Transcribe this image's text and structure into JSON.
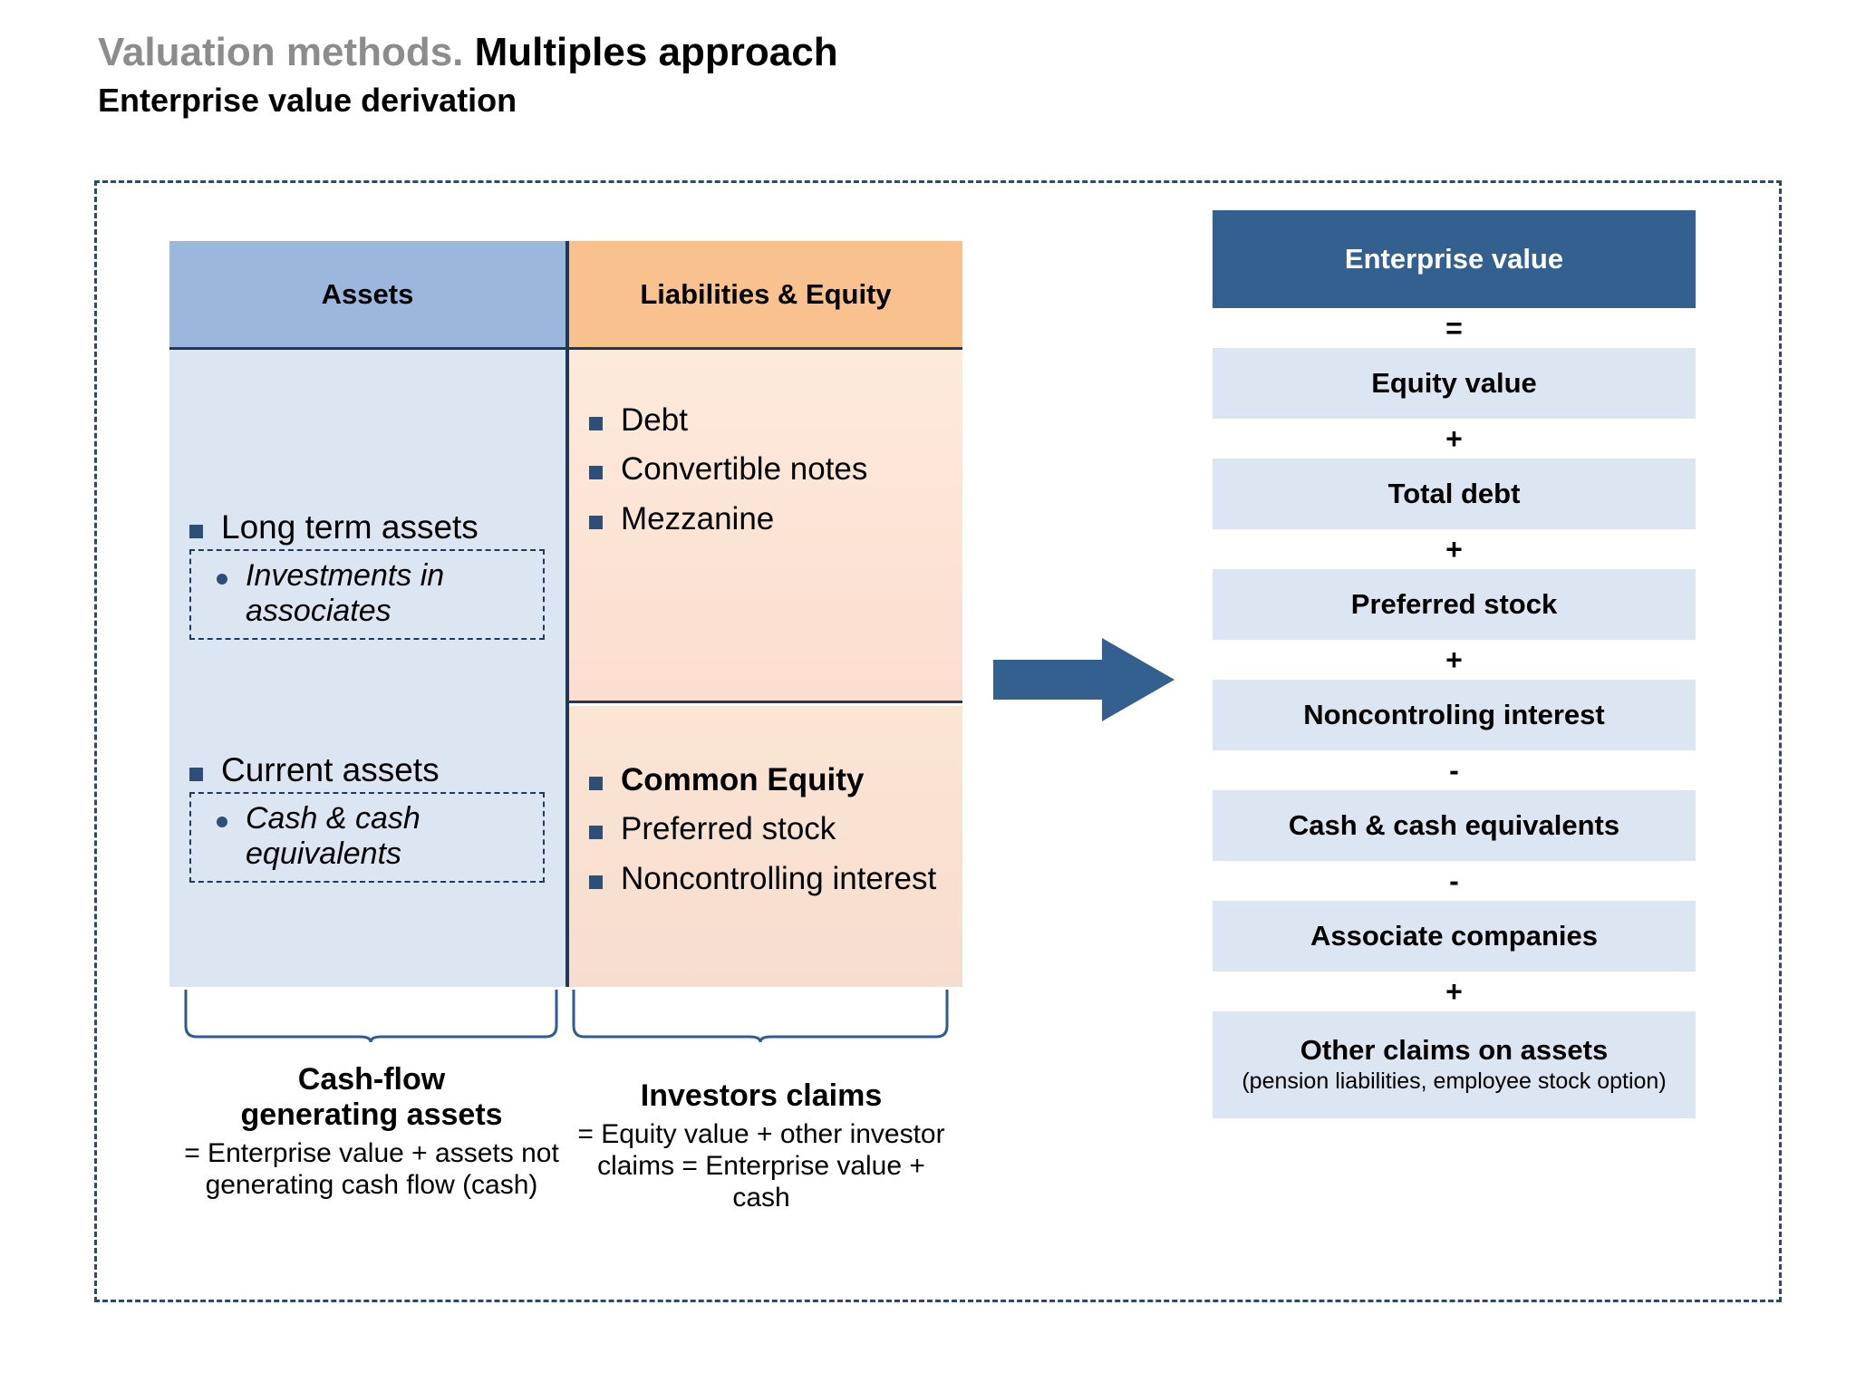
{
  "title": {
    "lead": "Valuation methods.",
    "emphasis": "Multiples approach",
    "subtitle": "Enterprise value derivation"
  },
  "balance_sheet": {
    "assets": {
      "header": "Assets",
      "groups": [
        {
          "label": "Long term assets",
          "sub": "Investments in associates"
        },
        {
          "label": "Current assets",
          "sub": "Cash & cash equivalents"
        }
      ]
    },
    "liabilities": {
      "header": "Liabilities & Equity",
      "top_items": [
        "Debt",
        "Convertible notes",
        "Mezzanine"
      ],
      "bottom_items": [
        "Common Equity",
        "Preferred stock",
        "Noncontrolling interest"
      ]
    }
  },
  "captions": {
    "left": {
      "title_line1": "Cash-flow",
      "title_line2": "generating assets",
      "sub": "= Enterprise value + assets not generating cash flow (cash)"
    },
    "right": {
      "title": "Investors claims",
      "sub": "= Equity value + other investor claims = Enterprise value + cash"
    }
  },
  "enterprise_value": {
    "header": "Enterprise value",
    "rows": [
      {
        "op": "=",
        "label": "Equity value",
        "sub": ""
      },
      {
        "op": "+",
        "label": "Total debt",
        "sub": ""
      },
      {
        "op": "+",
        "label": "Preferred stock",
        "sub": ""
      },
      {
        "op": "+",
        "label": "Noncontroling interest",
        "sub": ""
      },
      {
        "op": "-",
        "label": "Cash & cash equivalents",
        "sub": ""
      },
      {
        "op": "-",
        "label": "Associate companies",
        "sub": ""
      },
      {
        "op": "+",
        "label": "Other claims on assets",
        "sub": "(pension liabilities, employee stock option)"
      }
    ]
  },
  "colors": {
    "title_gray": "#8c8c8c",
    "assets_header": "#9cb7dd",
    "assets_body": "#dce6f2",
    "liabilities_header": "#f8c18d",
    "liabilities_body": "#fce7d5",
    "accent_blue": "#33608f",
    "box_blue": "#dce6f2",
    "border_navy": "#20375a",
    "bullet_navy": "#2d4f75"
  },
  "icons": {
    "arrow": "right-arrow-icon",
    "brace": "curly-brace-icon",
    "bullet_square": "square-bullet-icon",
    "bullet_dot": "dot-bullet-icon"
  }
}
